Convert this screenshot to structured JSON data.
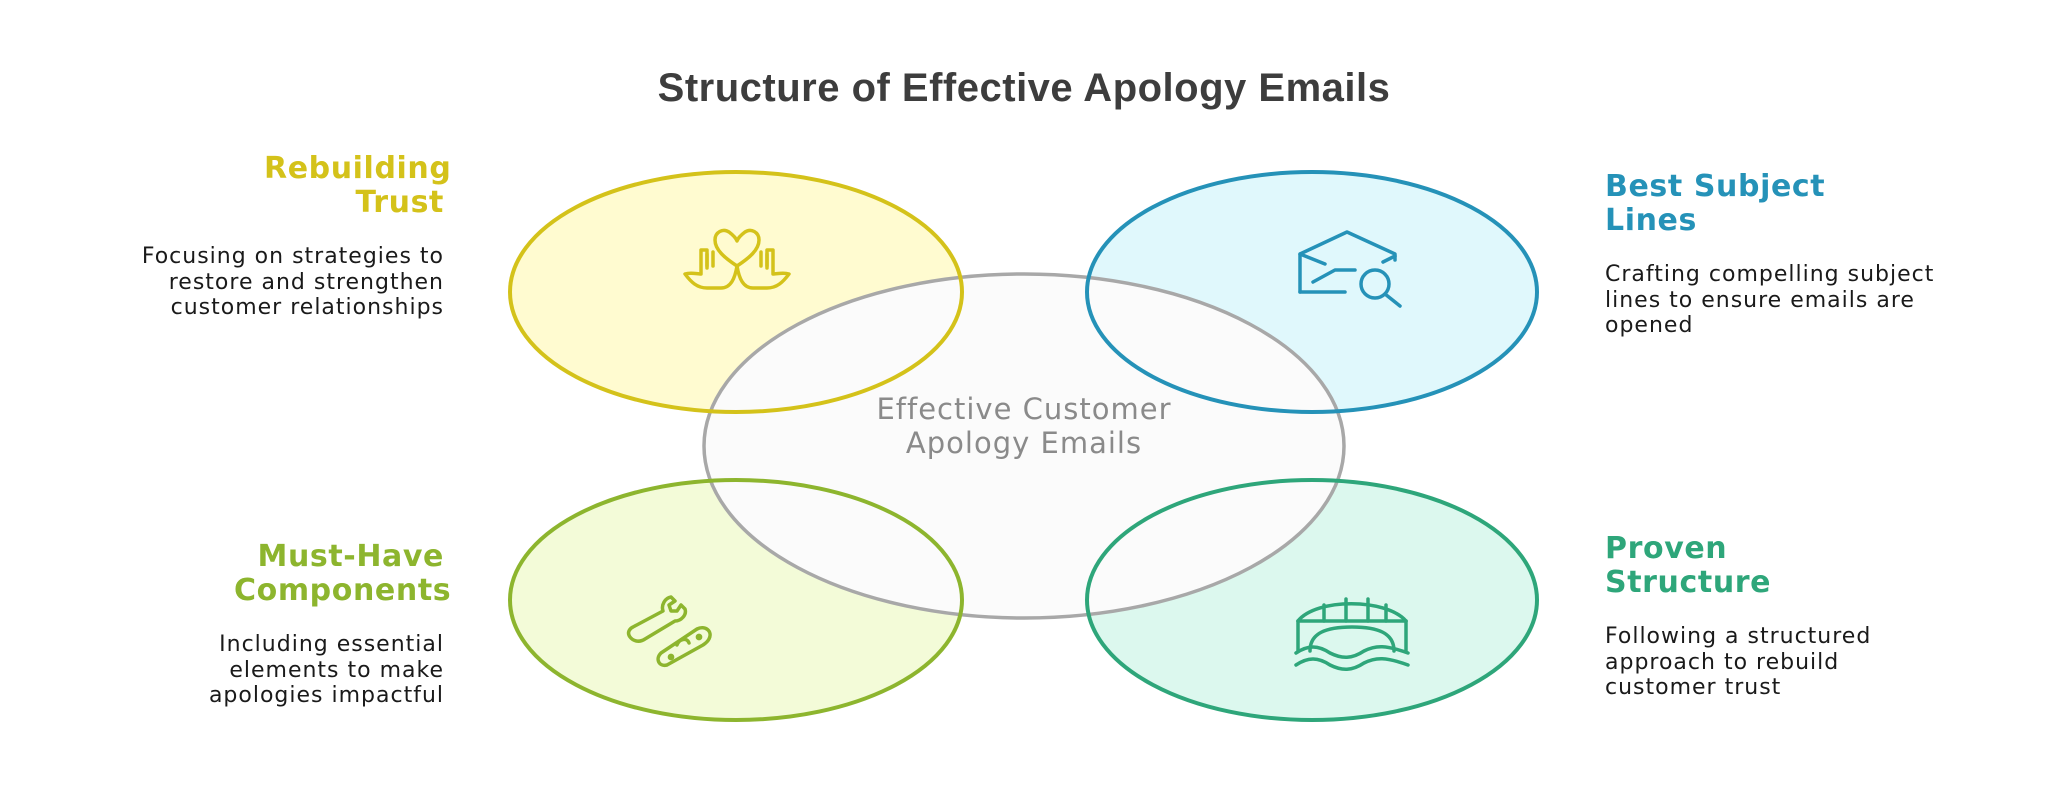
{
  "title": "Structure of Effective Apology Emails",
  "center": {
    "label": "Effective Customer Apology Emails",
    "stroke_color": "#a8a8a8"
  },
  "sections": [
    {
      "id": "rebuilding-trust",
      "position": "top-left",
      "heading": "Rebuilding Trust",
      "heading_lines": [
        "Rebuilding",
        "Trust"
      ],
      "description": "Focusing on strategies to restore and strengthen customer relationships",
      "description_lines": [
        "Focusing on",
        "strategies to restore",
        "and strengthen",
        "customer",
        "relationships"
      ],
      "icon": "heart-hands-icon",
      "color": "#d4c21a",
      "fill": "#fffbd0"
    },
    {
      "id": "best-subject-lines",
      "position": "top-right",
      "heading": "Best Subject Lines",
      "heading_lines": [
        "Best Subject",
        "Lines"
      ],
      "description": "Crafting compelling subject lines to ensure emails are opened",
      "description_lines": [
        "Crafting compelling",
        "subject lines to",
        "ensure emails are",
        "opened"
      ],
      "icon": "envelope-search-icon",
      "color": "#2592b8",
      "fill": "#e0f8fc"
    },
    {
      "id": "must-have-components",
      "position": "bottom-left",
      "heading": "Must-Have Components",
      "heading_lines": [
        "Must-Have",
        "Components"
      ],
      "description": "Including essential elements to make apologies impactful",
      "description_lines": [
        "Including essential",
        "elements to make",
        "apologies impactful"
      ],
      "icon": "wrench-tools-icon",
      "color": "#8db52e",
      "fill": "#f3fbd8"
    },
    {
      "id": "proven-structure",
      "position": "bottom-right",
      "heading": "Proven Structure",
      "heading_lines": [
        "Proven",
        "Structure"
      ],
      "description": "Following a structured approach to rebuild customer trust",
      "description_lines": [
        "Following a",
        "structured approach",
        "to rebuild customer",
        "trust"
      ],
      "icon": "bridge-icon",
      "color": "#2ea67a",
      "fill": "#dcf8ee"
    }
  ]
}
